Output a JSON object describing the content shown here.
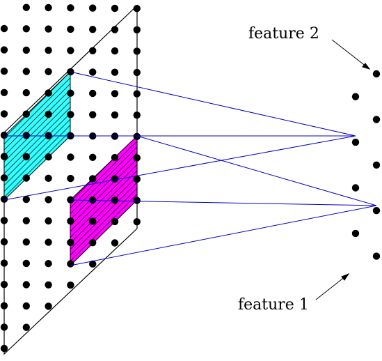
{
  "labels": {
    "feature_top": "feature 2",
    "feature_bottom": "feature 1"
  },
  "colors": {
    "dot": "#000000",
    "plane_outline": "#000000",
    "receptive_field_top": "#33ffff",
    "receptive_field_bottom": "#ff00ff",
    "hatch": "#000000",
    "connection_lines": "#0000cc",
    "background": "#ffffff"
  },
  "input_plane": {
    "rows": 16,
    "columns": 7
  },
  "output_column": {
    "units": 9
  }
}
